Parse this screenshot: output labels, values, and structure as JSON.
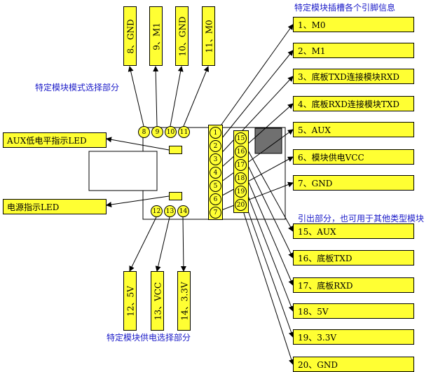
{
  "title_top": "特定模块插槽各个引脚信息",
  "caption_mode": "特定模块模式选择部分",
  "caption_power": "特定模块供电选择部分",
  "caption_lead": "引出部分，也可用于其他类型模块",
  "right_labels": [
    "1、M0",
    "2、M1",
    "3、底板TXD连接模块RXD",
    "4、底板RXD连接模块TXD",
    "5、AUX",
    "6、模块供电VCC",
    "7、GND",
    "15、AUX",
    "16、底板TXD",
    "17、底板RXD",
    "18、5V",
    "19、3.3V",
    "20、GND"
  ],
  "top_labels": [
    "8、GND",
    "9、M1",
    "10、GND",
    "11、M0"
  ],
  "bottom_labels": [
    "12、5V",
    "13、VCC",
    "14、3.3V"
  ],
  "left_labels": [
    "AUX低电平指示LED",
    "电源指示LED"
  ],
  "pins_left_col": [
    "1",
    "2",
    "3",
    "4",
    "5",
    "6",
    "7"
  ],
  "pins_right_col": [
    "15",
    "16",
    "17",
    "18",
    "19",
    "20"
  ],
  "pins_top": [
    "8",
    "9",
    "10",
    "11"
  ],
  "pins_bottom": [
    "12",
    "13",
    "14"
  ],
  "colors": {
    "label_fill": "#ffff33",
    "caption": "#1a1ac8",
    "chip": "#707070"
  }
}
